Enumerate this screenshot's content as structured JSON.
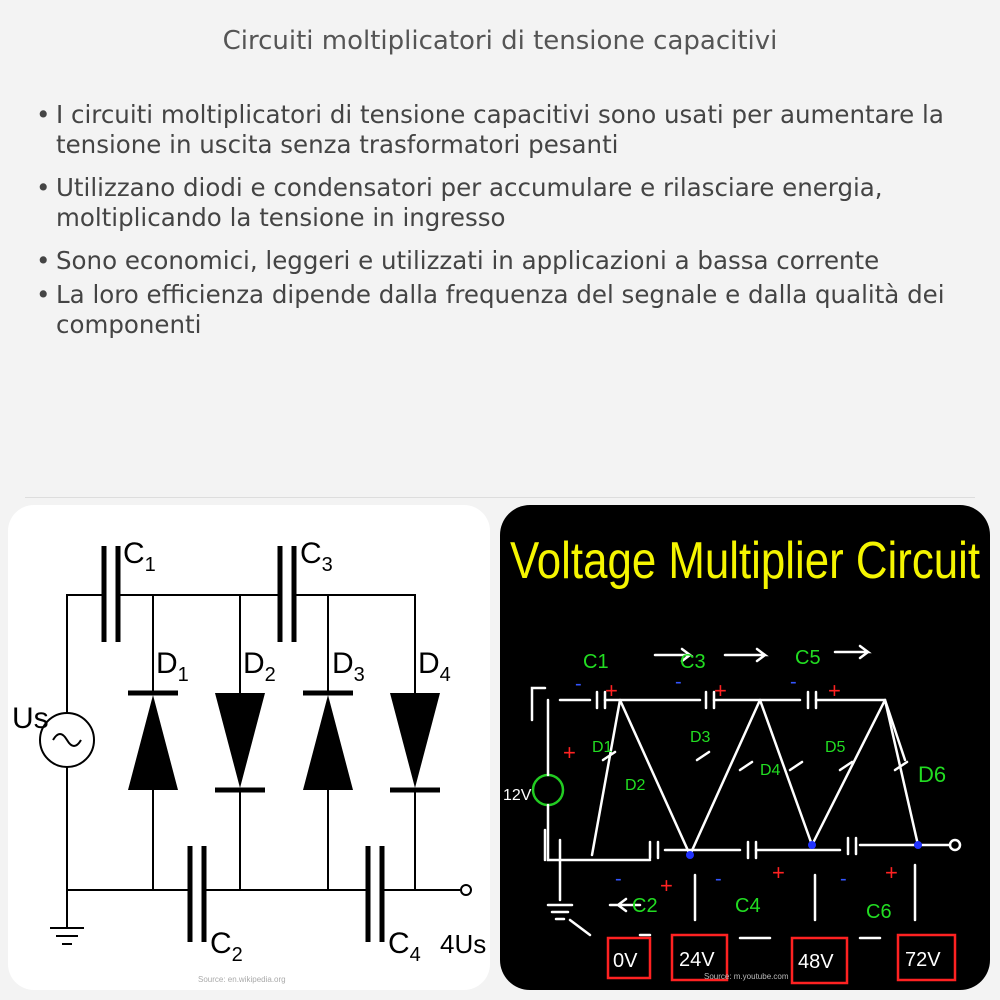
{
  "title": "Circuiti moltiplicatori di tensione capacitivi",
  "bullets": [
    "I circuiti moltiplicatori di tensione capacitivi sono usati per aumentare la tensione in uscita senza trasformatori pesanti",
    "Utilizzano diodi e condensatori per accumulare e rilasciare energia, moltiplicando la tensione in ingresso",
    "Sono economici, leggeri e utilizzati in applicazioni a bassa corrente",
    "La loro efficienza dipende dalla frequenza del segnale e dalla qualità dei componenti"
  ],
  "left_image": {
    "labels": {
      "c1": "C",
      "c1s": "1",
      "c2": "C",
      "c2s": "2",
      "c3": "C",
      "c3s": "3",
      "c4": "C",
      "c4s": "4",
      "d1": "D",
      "d1s": "1",
      "d2": "D",
      "d2s": "2",
      "d3": "D",
      "d3s": "3",
      "d4": "D",
      "d4s": "4",
      "source": "Us",
      "output": "4Us"
    },
    "source": "Source: en.wikipedia.org"
  },
  "right_image": {
    "title": "Voltage Multiplier Circuit",
    "labels": {
      "c1": "C1",
      "c3": "C3",
      "c5": "C5",
      "c2": "C2",
      "c4": "C4",
      "c6": "C6",
      "d1": "D1",
      "d2": "D2",
      "d3": "D3",
      "d4": "D4",
      "d5": "D5",
      "d6": "D6",
      "input": "12V"
    },
    "voltages": [
      "0V",
      "24V",
      "48V",
      "72V"
    ],
    "colors": {
      "title": "#f5f500",
      "labels": "#22dd22",
      "signs": "#ff2222",
      "wires": "#ffffff",
      "nodes": "#2233ff"
    },
    "source": "Source: m.youtube.com"
  }
}
